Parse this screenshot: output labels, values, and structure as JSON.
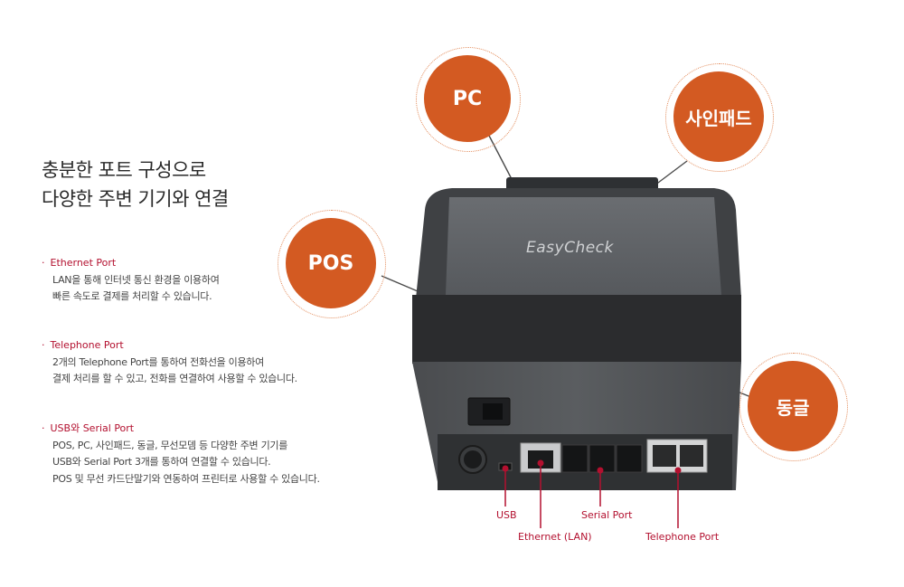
{
  "headline": {
    "line1": "충분한 포트 구성으로",
    "line2": "다양한 주변 기기와 연결"
  },
  "features": [
    {
      "title": "Ethernet Port",
      "lines": [
        "LAN을 통해 인터넷 통신 환경을 이용하여",
        "빠른 속도로 결제를 처리할 수 있습니다."
      ]
    },
    {
      "title": "Telephone Port",
      "lines": [
        "2개의 Telephone Port를 통하여 전화선을 이용하여",
        "결제 처리를 할 수 있고, 전화를 연결하여 사용할 수 있습니다."
      ]
    },
    {
      "title": "USB와 Serial Port",
      "lines": [
        "POS, PC, 사인패드, 동글, 무선모뎀 등 다양한 주변 기기를",
        "USB와  Serial Port 3개를 통하여 연결할 수 있습니다.",
        "POS 및 무선 카드단말기와 연동하여 프린터로 사용할 수 있습니다."
      ]
    }
  ],
  "bubbles": {
    "pc": "PC",
    "signpad": "사인패드",
    "pos": "POS",
    "dongle": "동글"
  },
  "device": {
    "logo": "EasyCheck"
  },
  "port_labels": {
    "usb": "USB",
    "ethernet": "Ethernet (LAN)",
    "serial": "Serial Port",
    "telephone": "Telephone Port"
  },
  "colors": {
    "accent": "#d35a22",
    "label": "#b3102f"
  }
}
